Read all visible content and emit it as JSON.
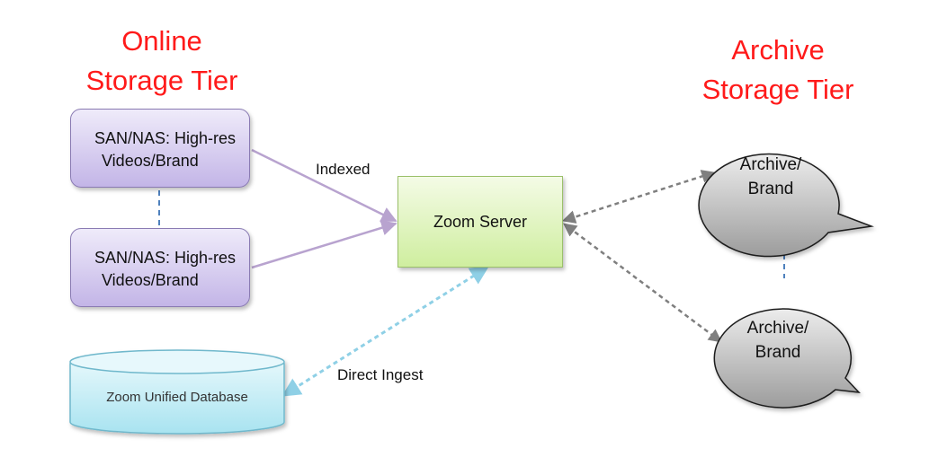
{
  "tiers": {
    "online": "Online\nStorage Tier",
    "archive": "Archive\nStorage Tier"
  },
  "san_boxes": [
    {
      "line1": "SAN/NAS: High-res",
      "line2": "Videos/Brand"
    },
    {
      "line1": "SAN/NAS: High-res",
      "line2": "Videos/Brand"
    }
  ],
  "server": {
    "label": "Zoom Server"
  },
  "database": {
    "label": "Zoom Unified Database"
  },
  "archives": [
    {
      "label": "Archive/\nBrand"
    },
    {
      "label": "Archive/\nBrand"
    }
  ],
  "edges": {
    "indexed": "Indexed",
    "direct_ingest": "Direct Ingest"
  },
  "colors": {
    "title": "#ff1a1a",
    "san_fill": "#c3b5e7",
    "server_fill": "#cfee9f",
    "database_fill": "#aee6f2",
    "archive_fill": "#a9a9a9",
    "indexed_arrow": "#b8a3cf",
    "ingest_arrow": "#8fd0e6",
    "archive_arrow": "#7f7f7f",
    "connector_dash": "#4f81bd"
  }
}
